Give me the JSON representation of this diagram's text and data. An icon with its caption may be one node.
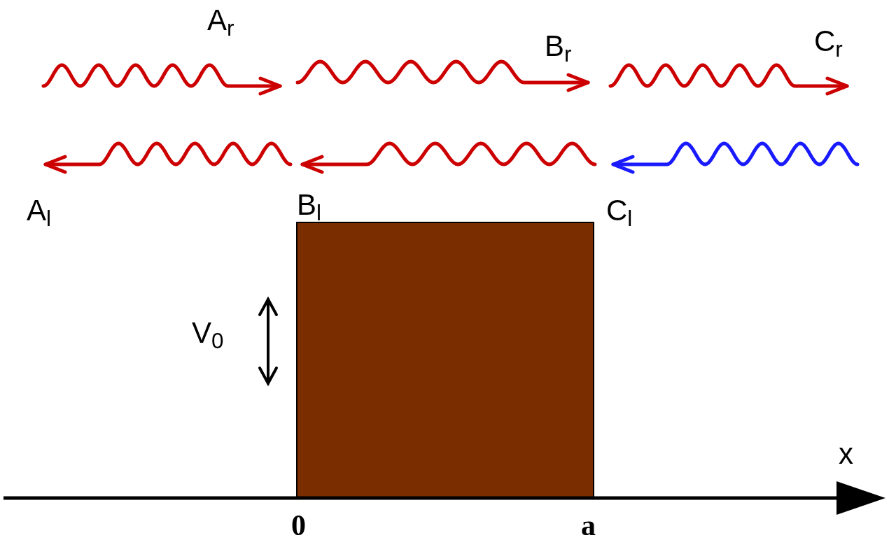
{
  "diagram": {
    "nodes": [
      {
        "text": [],
        "shape": "box"
      }
    ],
    "labels": [
      "A$_{r}$",
      "B$_{r}$",
      "C$_{r}$",
      "A$_{l}$",
      "B$_{l}$",
      "C$_{l}$",
      "V$_{0}$",
      "x",
      "0",
      "a"
    ]
  }
}
